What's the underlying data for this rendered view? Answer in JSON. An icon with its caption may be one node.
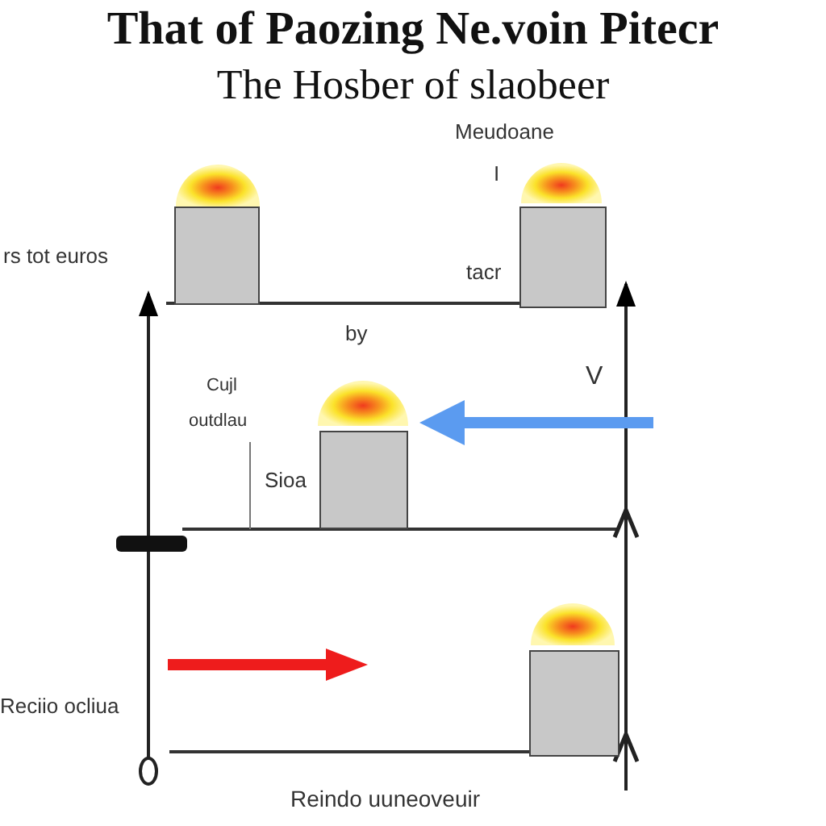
{
  "diagram": {
    "title": "That of Paozing Ne.voin Pitecr",
    "nodes": [
      {
        "text": [],
        "shape": "box"
      },
      {
        "text": [],
        "shape": "box"
      },
      {
        "text": [],
        "shape": "box"
      },
      {
        "text": [],
        "shape": "box"
      }
    ],
    "edges": [
      {
        "from": null,
        "to": 2,
        "arrow": "to",
        "color": "#5b9bf0"
      }
    ],
    "labels": [
      "The Hosber of slaobeer",
      "Meudoane",
      "I",
      "rs tot euros",
      "tacr",
      "by",
      "V",
      "Cujl",
      "outdlau",
      "Sioa",
      "Reciio ocliua",
      "Reindo uuneoveuir"
    ]
  }
}
